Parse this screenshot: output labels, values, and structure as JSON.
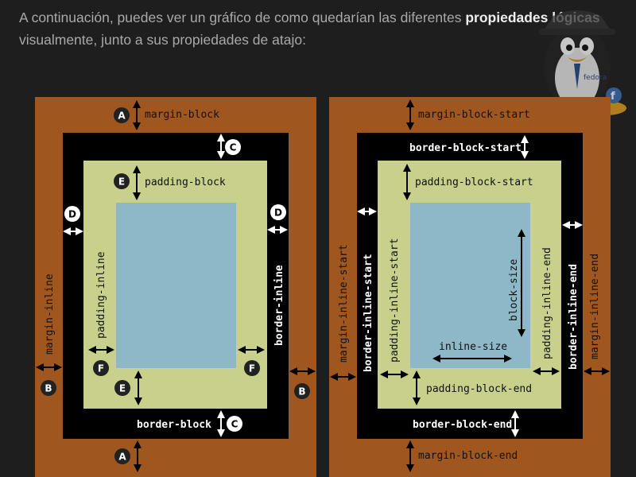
{
  "intro": {
    "before": "A continuación, puedes ver un gráfico de como quedarían las diferentes ",
    "bold": "propiedades lógicas",
    "after": " visualmente, junto a sus propiedades de atajo:"
  },
  "mascot": {
    "badge": "fedora",
    "icon": "tux-penguin-icon"
  },
  "colors": {
    "margin": "#a0561f",
    "border": "#000000",
    "padding": "#c8d08c",
    "content": "#8db8c8",
    "background": "#1e1e1e"
  },
  "left": {
    "badges": {
      "a": "A",
      "b": "B",
      "c": "C",
      "d": "D",
      "e": "E",
      "f": "F"
    },
    "labels": {
      "margin_block": "margin-block",
      "padding_block": "padding-block",
      "border_block": "border-block",
      "margin_inline": "margin-inline",
      "padding_inline": "padding-inline",
      "border_inline": "border-inline"
    }
  },
  "right": {
    "labels": {
      "margin_block_start": "margin-block-start",
      "border_block_start": "border-block-start",
      "padding_block_start": "padding-block-start",
      "padding_block_end": "padding-block-end",
      "border_block_end": "border-block-end",
      "margin_block_end": "margin-block-end",
      "margin_inline_start": "margin-inline-start",
      "border_inline_start": "border-inline-start",
      "padding_inline_start": "padding-inline-start",
      "padding_inline_end": "padding-inline-end",
      "border_inline_end": "border-inline-end",
      "margin_inline_end": "margin-inline-end",
      "block_size": "block-size",
      "inline_size": "inline-size"
    }
  }
}
